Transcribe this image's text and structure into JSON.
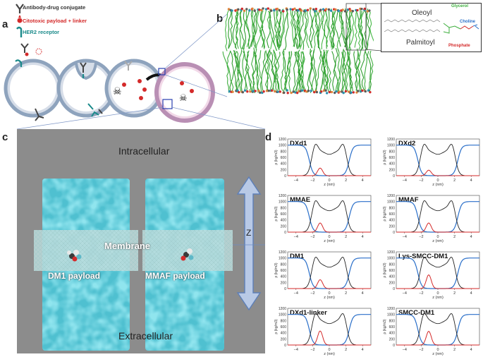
{
  "panels": {
    "a": "a",
    "b": "b",
    "c": "c",
    "d": "d"
  },
  "legend": [
    {
      "label": "Antibody-drug conjugate",
      "color": "#333333",
      "icon": "antibody-icon"
    },
    {
      "label": "Citotoxic payload + linker",
      "color": "#d42a2a",
      "icon": "payload-icon"
    },
    {
      "label": "HER2 receptor",
      "color": "#1a8a8a",
      "icon": "receptor-icon"
    }
  ],
  "lipid_inset": {
    "oleoyl": "Oleoyl",
    "palmitoyl": "Palmitoyl",
    "glycerol": "Glycerol",
    "choline": "Choline",
    "phosphate": "Phosphate"
  },
  "simulation": {
    "intracellular": "Intracellular",
    "extracellular": "Extracellular",
    "membrane": "Membrane",
    "left_payload": "DM1 payload",
    "right_payload": "MMAF payload",
    "axis": "Z"
  },
  "density_plots": {
    "ylabel": "ρ (kg/m3)",
    "xlabel": "z (nm)",
    "yticks": [
      "0",
      "200",
      "400",
      "600",
      "800",
      "1000",
      "1200"
    ],
    "xticks": [
      "−4",
      "−2",
      "0",
      "2",
      "4"
    ],
    "titles": [
      "DXd1",
      "DXd2",
      "MMAE",
      "MMAF",
      "DM1",
      "Lys-SMCC-DM1",
      "DXd1-linker",
      "SMCC-DM1"
    ],
    "peaks": [
      250,
      180,
      300,
      300,
      290,
      450,
      460,
      450
    ],
    "colors": {
      "membrane": "#222222",
      "water": "#2a6fc9",
      "payload": "#d42a2a"
    }
  }
}
